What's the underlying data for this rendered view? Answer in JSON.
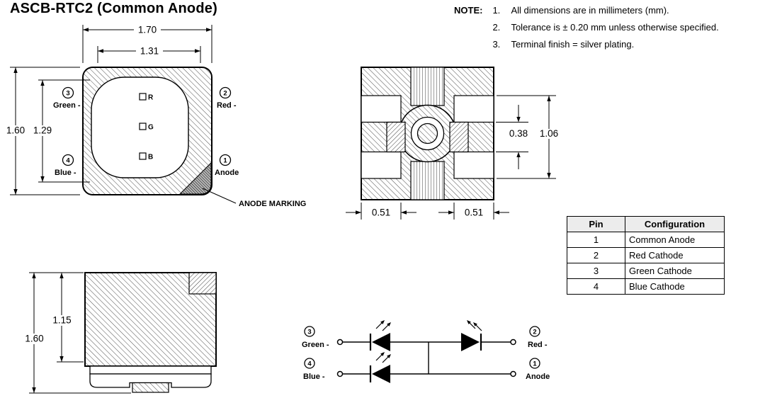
{
  "title": "ASCB-RTC2 (Common Anode)",
  "notes": {
    "label": "NOTE:",
    "items": [
      {
        "num": "1.",
        "text": "All dimensions are in millimeters (mm)."
      },
      {
        "num": "2.",
        "text": "Tolerance is ± 0.20 mm unless otherwise specified."
      },
      {
        "num": "3.",
        "text": "Terminal finish = silver plating."
      }
    ]
  },
  "top_view": {
    "dims": {
      "outer_width": "1.70",
      "inner_width": "1.31",
      "outer_height": "1.60",
      "inner_height": "1.29"
    },
    "pins": {
      "green": {
        "num": "3",
        "label": "Green -"
      },
      "red": {
        "num": "2",
        "label": "Red -"
      },
      "blue": {
        "num": "4",
        "label": "Blue -"
      },
      "anode": {
        "num": "1",
        "label": "Anode"
      }
    },
    "chips": {
      "r": "R",
      "g": "G",
      "b": "B"
    },
    "anode_marking": "ANODE MARKING"
  },
  "bottom_view": {
    "dims": {
      "pad_gap": "0.38",
      "pad_span": "1.06",
      "pad_width_left": "0.51",
      "pad_width_right": "0.51"
    }
  },
  "side_view": {
    "dims": {
      "body_height": "1.15",
      "total_height": "1.60"
    }
  },
  "schematic": {
    "pins": {
      "green": {
        "num": "3",
        "label": "Green -"
      },
      "blue": {
        "num": "4",
        "label": "Blue -"
      },
      "red": {
        "num": "2",
        "label": "Red -"
      },
      "anode": {
        "num": "1",
        "label": "Anode"
      }
    }
  },
  "pin_table": {
    "headers": [
      "Pin",
      "Configuration"
    ],
    "rows": [
      {
        "pin": "1",
        "config": "Common Anode"
      },
      {
        "pin": "2",
        "config": "Red Cathode"
      },
      {
        "pin": "3",
        "config": "Green Cathode"
      },
      {
        "pin": "4",
        "config": "Blue Cathode"
      }
    ]
  }
}
